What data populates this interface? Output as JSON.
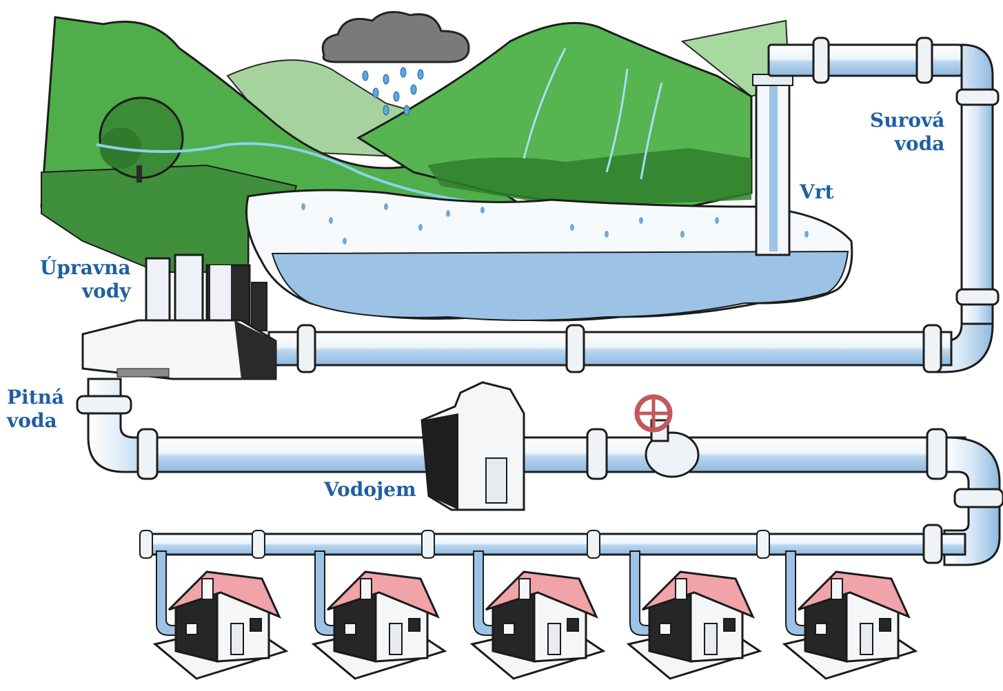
{
  "labels": {
    "raw_water": [
      "Surová",
      "voda"
    ],
    "well": "Vrt",
    "treatment_plant": [
      "Úpravna",
      "vody"
    ],
    "drinking_water": [
      "Pitná",
      "voda"
    ],
    "reservoir": "Vodojem"
  },
  "colors": {
    "label_text": "#1f5fa3",
    "water": "#9cc3e6",
    "hills_dark": "#3f9a3c",
    "hills_light": "#8fcf84",
    "roof": "#f0a3a8",
    "outline": "#1a1a1a",
    "valve_wheel": "#c2585e"
  },
  "icons": [
    "rain-cloud-icon",
    "well-icon",
    "treatment-plant-icon",
    "reservoir-building-icon",
    "valve-icon",
    "house-icon"
  ],
  "houses": [
    {
      "name": "house-1"
    },
    {
      "name": "house-2"
    },
    {
      "name": "house-3"
    },
    {
      "name": "house-4"
    },
    {
      "name": "house-5"
    }
  ]
}
